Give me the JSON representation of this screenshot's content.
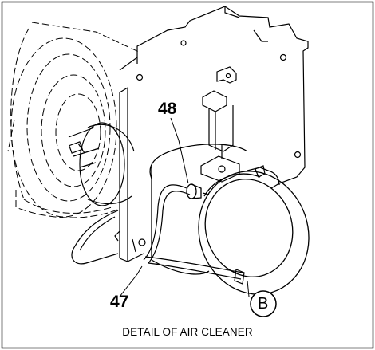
{
  "figure": {
    "caption": "DETAIL OF AIR CLEANER",
    "callouts": {
      "part_47": "47",
      "part_48": "48",
      "connector_b": "B"
    }
  },
  "colors": {
    "line": "#000000",
    "background": "#ffffff"
  }
}
